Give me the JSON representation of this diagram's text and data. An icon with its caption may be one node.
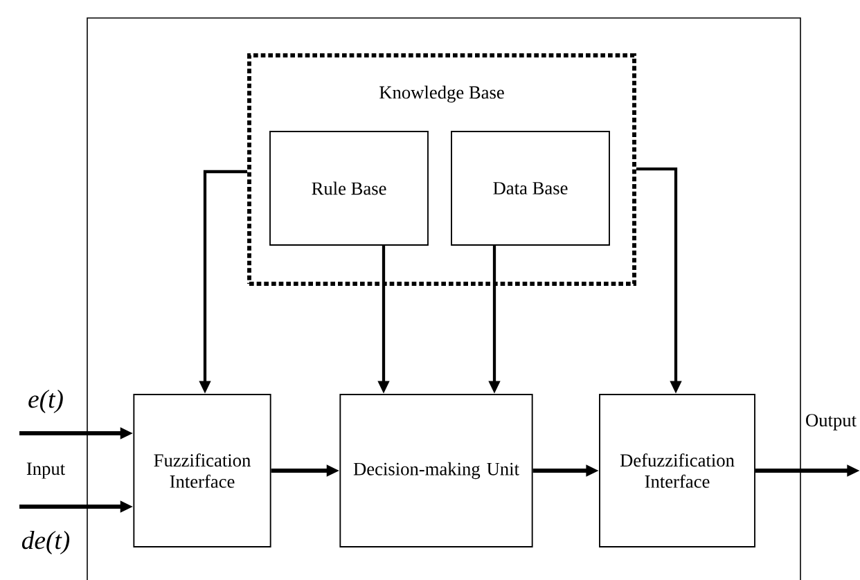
{
  "diagram": {
    "nodes": [
      {
        "text": [
          "Knowledge Base"
        ]
      },
      {
        "text": [
          "Rule Base"
        ],
        "in": 0
      },
      {
        "text": [
          "Data Base"
        ],
        "in": 0
      },
      {
        "text": [
          "Fuzzification Interface"
        ]
      },
      {
        "text": [
          "Decision-making Unit"
        ]
      },
      {
        "text": [
          "Defuzzification Interface"
        ]
      }
    ],
    "edges": [
      {
        "from": 0,
        "to": 3,
        "arrow": "to"
      },
      {
        "from": 1,
        "to": 4,
        "arrow": "to"
      },
      {
        "from": 2,
        "to": 4,
        "arrow": "to"
      },
      {
        "from": 0,
        "to": 5,
        "arrow": "to"
      },
      {
        "from": 3,
        "to": 4,
        "arrow": "to"
      },
      {
        "from": 4,
        "to": 5,
        "arrow": "to"
      },
      {
        "from": null,
        "to": 3,
        "arrow": "to"
      },
      {
        "from": null,
        "to": 3,
        "arrow": "to"
      },
      {
        "from": 5,
        "to": null,
        "arrow": "to"
      }
    ],
    "labels": [
      "e(t)",
      "Input",
      "de(t)",
      "Output"
    ]
  }
}
